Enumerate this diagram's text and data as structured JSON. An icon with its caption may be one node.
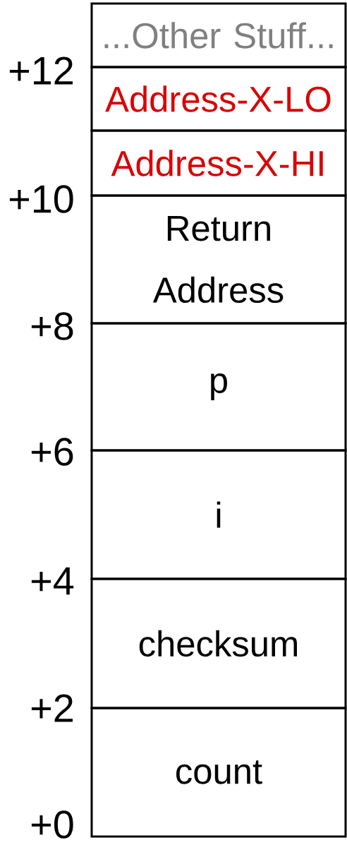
{
  "diagram": {
    "nodes": [
      {
        "text": [
          "...Other Stuff..."
        ]
      },
      {
        "text": [
          "Address-X-LO"
        ]
      },
      {
        "text": [
          "Address-X-HI"
        ]
      },
      {
        "text": [
          "Return Address"
        ]
      },
      {
        "text": [
          "p"
        ]
      },
      {
        "text": [
          "i"
        ]
      },
      {
        "text": [
          "checksum"
        ]
      },
      {
        "text": [
          "count"
        ]
      }
    ],
    "labels": [
      "+12",
      "+10",
      "+8",
      "+6",
      "+4",
      "+2",
      "+0"
    ]
  }
}
